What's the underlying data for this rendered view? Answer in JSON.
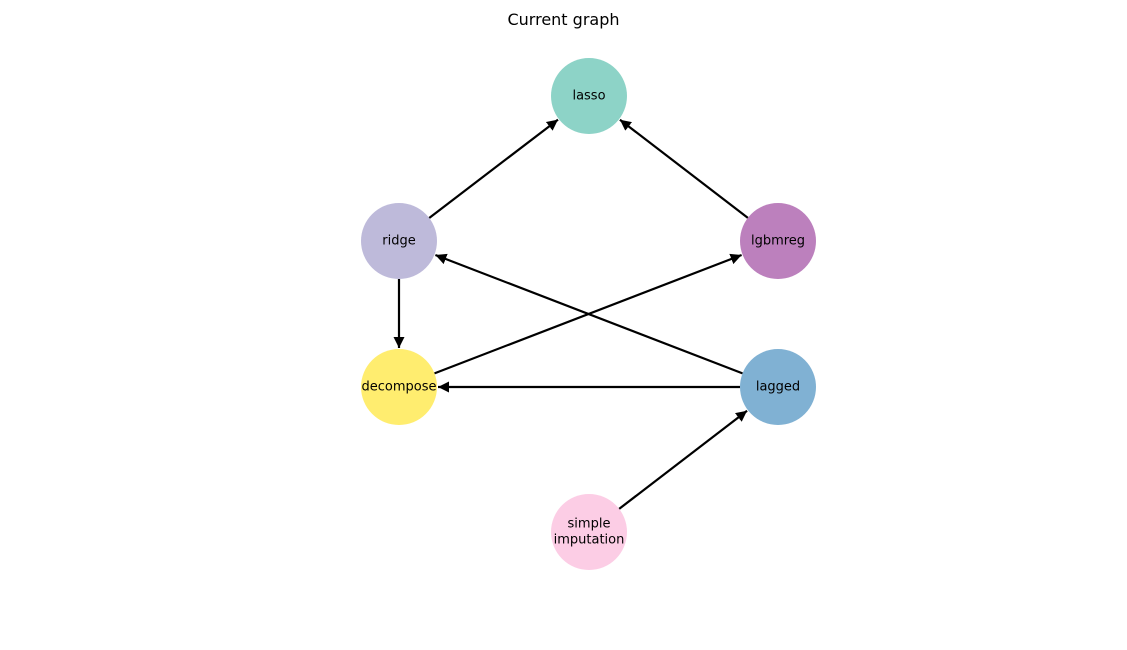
{
  "title": "Current graph",
  "nodes": [
    {
      "id": "lasso",
      "lines": [
        "lasso"
      ],
      "color": "#8dd3c7"
    },
    {
      "id": "ridge",
      "lines": [
        "ridge"
      ],
      "color": "#bebada"
    },
    {
      "id": "lgbmreg",
      "lines": [
        "lgbmreg"
      ],
      "color": "#bc80bd"
    },
    {
      "id": "decompose",
      "lines": [
        "decompose"
      ],
      "color": "#ffed6f"
    },
    {
      "id": "lagged",
      "lines": [
        "lagged"
      ],
      "color": "#80b1d3"
    },
    {
      "id": "simple_imputation",
      "lines": [
        "simple",
        "imputation"
      ],
      "color": "#fccde5"
    }
  ],
  "edges": [
    {
      "from": "ridge",
      "to": "lasso"
    },
    {
      "from": "lgbmreg",
      "to": "lasso"
    },
    {
      "from": "ridge",
      "to": "decompose"
    },
    {
      "from": "decompose",
      "to": "lgbmreg"
    },
    {
      "from": "lagged",
      "to": "ridge"
    },
    {
      "from": "lagged",
      "to": "decompose"
    },
    {
      "from": "simple_imputation",
      "to": "lagged"
    }
  ],
  "edge_color": "#000000"
}
